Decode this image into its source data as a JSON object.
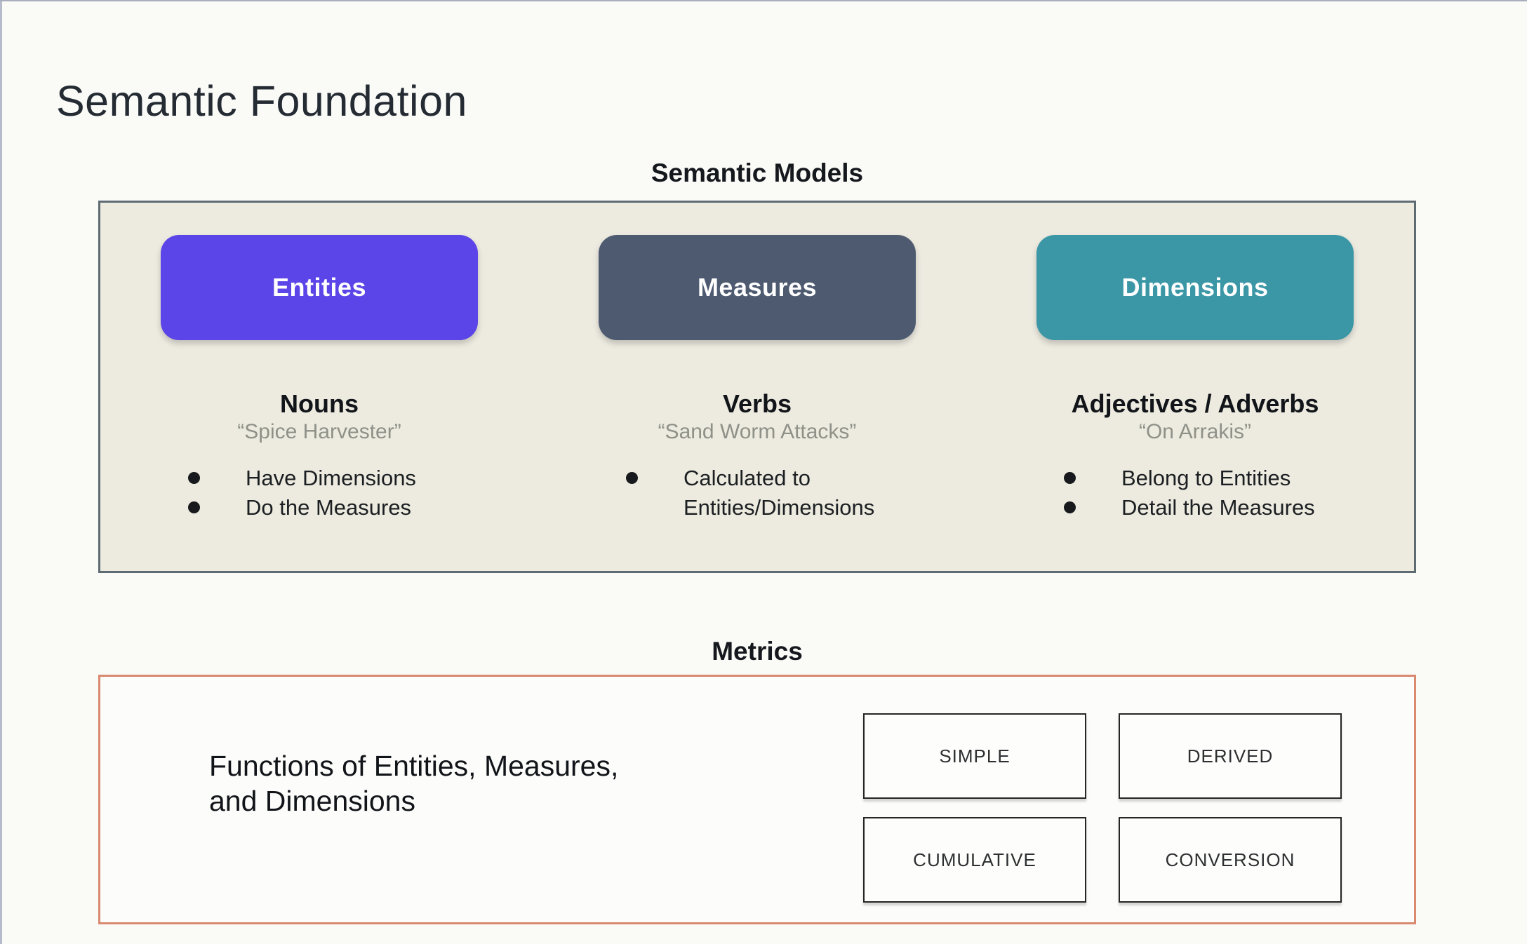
{
  "title": "Semantic Foundation",
  "models": {
    "heading": "Semantic Models",
    "columns": [
      {
        "pill": "Entities",
        "pill_color": "#5c45e8",
        "role": "Nouns",
        "example": "“Spice Harvester”",
        "bullets": [
          "Have Dimensions",
          "Do the Measures"
        ]
      },
      {
        "pill": "Measures",
        "pill_color": "#4d5a70",
        "role": "Verbs",
        "example": "“Sand Worm Attacks”",
        "bullets": [
          "Calculated to Entities/Dimensions"
        ]
      },
      {
        "pill": "Dimensions",
        "pill_color": "#3b97a6",
        "role": "Adjectives / Adverbs",
        "example": "“On Arrakis”",
        "bullets": [
          "Belong to Entities",
          "Detail the Measures"
        ]
      }
    ]
  },
  "metrics": {
    "heading": "Metrics",
    "description_line1": "Functions of Entities, Measures,",
    "description_line2": "and Dimensions",
    "types": [
      "SIMPLE",
      "DERIVED",
      "CUMULATIVE",
      "CONVERSION"
    ]
  },
  "colors": {
    "panel_background": "#edebe0",
    "panel_border": "#5f6b73",
    "metrics_border": "#d8896f",
    "entities": "#5c45e8",
    "measures": "#4d5a70",
    "dimensions": "#3b97a6"
  }
}
